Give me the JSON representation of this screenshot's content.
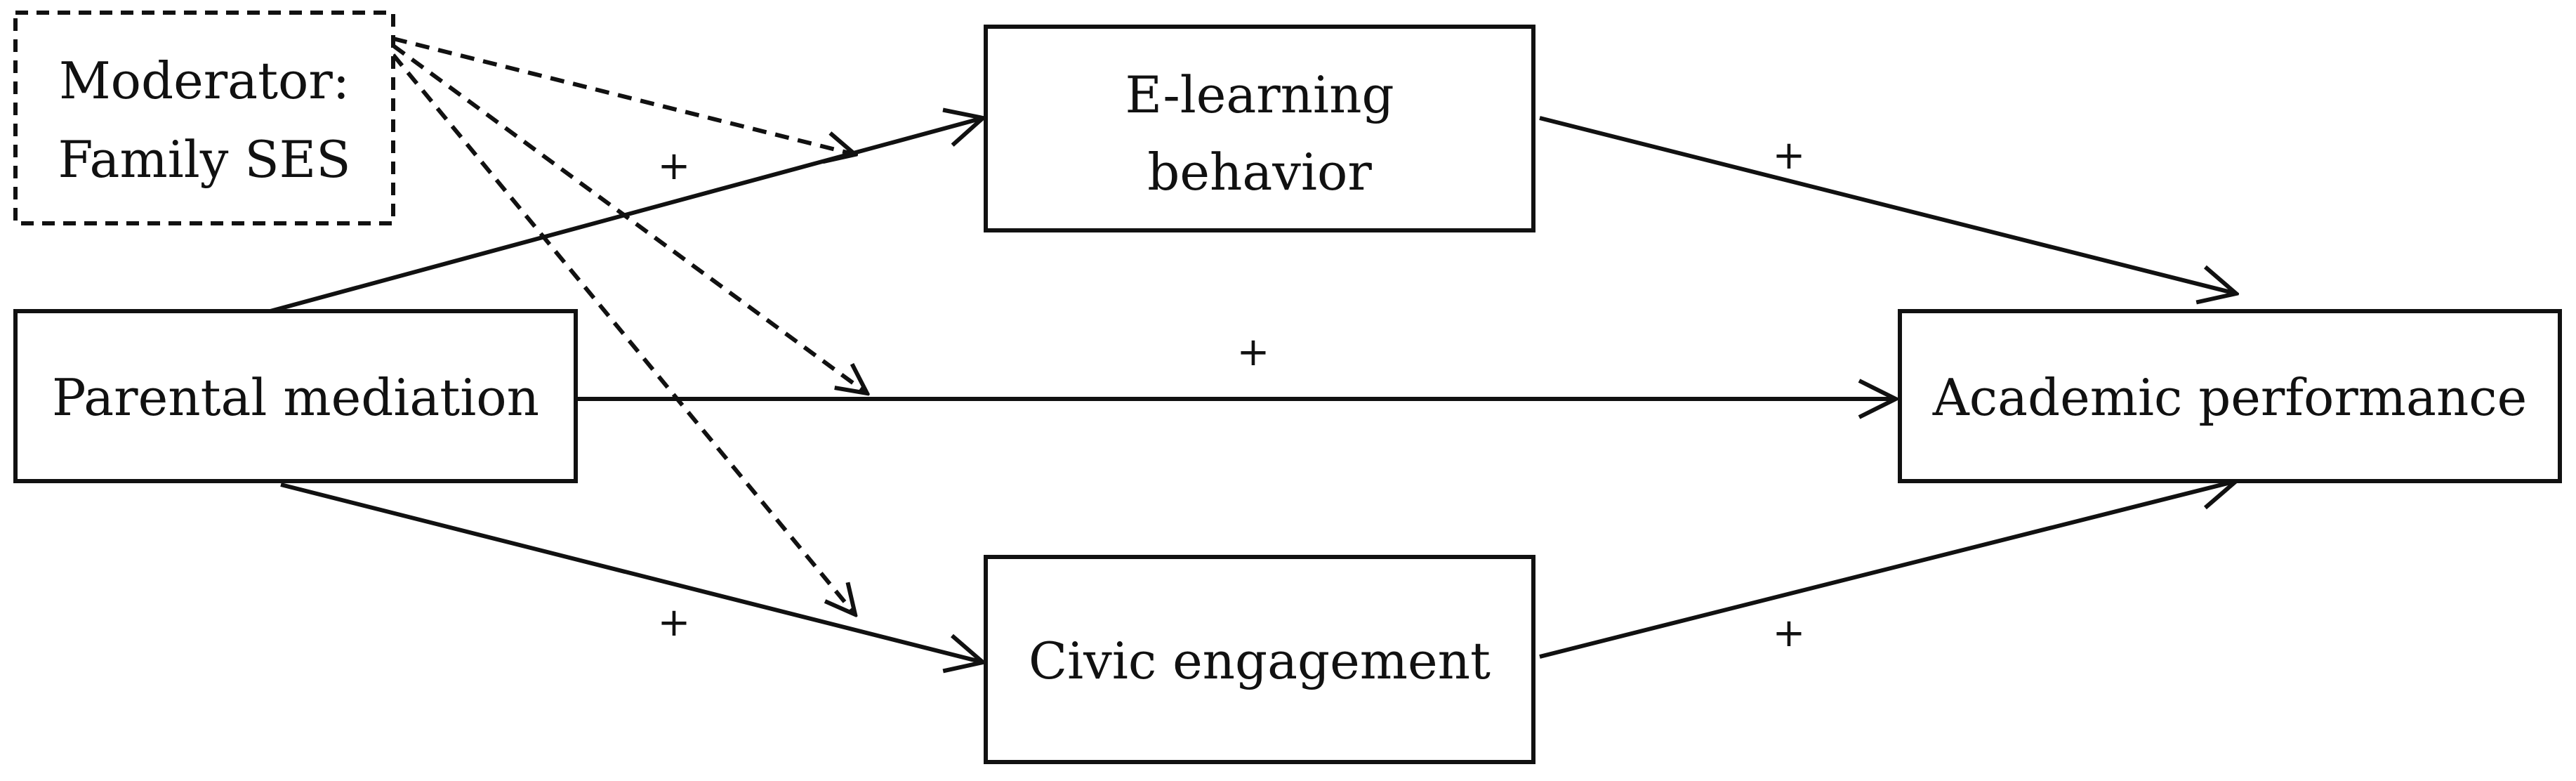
{
  "diagram": {
    "nodes": {
      "moderator": {
        "line1": "Moderator:",
        "line2": "Family SES"
      },
      "elearning": {
        "line1": "E-learning",
        "line2": "behavior"
      },
      "parental": {
        "label": "Parental mediation"
      },
      "academic": {
        "label": "Academic performance"
      },
      "civic": {
        "label": "Civic engagement"
      }
    },
    "edges": {
      "parental_to_elearning": {
        "sign": "+"
      },
      "elearning_to_academic": {
        "sign": "+"
      },
      "parental_to_academic": {
        "sign": "+"
      },
      "parental_to_civic": {
        "sign": "+"
      },
      "civic_to_academic": {
        "sign": "+"
      }
    },
    "colors": {
      "stroke": "#111111",
      "background": "#ffffff"
    }
  }
}
